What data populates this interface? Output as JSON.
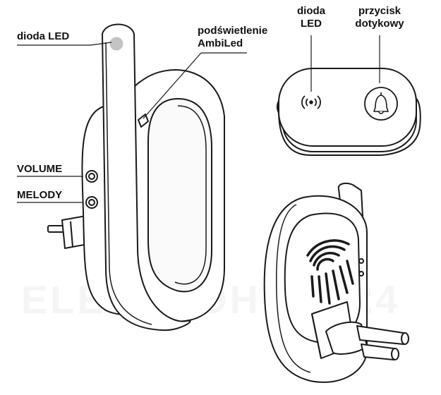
{
  "labels": {
    "dioda_led_left": "dioda LED",
    "podswietlenie_line1": "podświetlenie",
    "podswietlenie_line2": "AmbiLed",
    "volume": "VOLUME",
    "melody": "MELODY",
    "dioda_led_top_line1": "dioda",
    "dioda_led_top_line2": "LED",
    "przycisk_line1": "przycisk",
    "przycisk_line2": "dotykowy"
  },
  "watermark": "ELEKTROHURT24",
  "icons": {
    "led": "wireless-signal-icon",
    "button": "bell-icon"
  },
  "colors": {
    "outline": "#1a1a1a",
    "led_dot": "#c4c4c4",
    "ring_shade": "#efefef"
  }
}
